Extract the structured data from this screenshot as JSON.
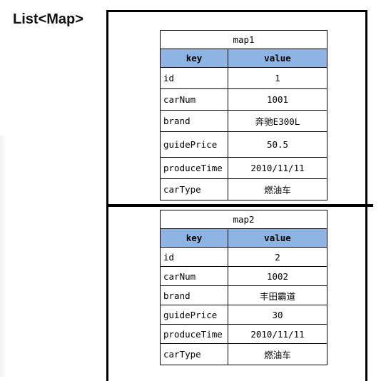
{
  "title": "List<Map>",
  "maps": [
    {
      "name": "map1",
      "headers": [
        "key",
        "value"
      ],
      "rows": [
        [
          "id",
          "1"
        ],
        [
          "carNum",
          "1001"
        ],
        [
          "brand",
          "奔驰E300L"
        ],
        [
          "guidePrice",
          "50.5"
        ],
        [
          "produceTime",
          "2010/11/11"
        ],
        [
          "carType",
          "燃油车"
        ]
      ]
    },
    {
      "name": "map2",
      "headers": [
        "key",
        "value"
      ],
      "rows": [
        [
          "id",
          "2"
        ],
        [
          "carNum",
          "1002"
        ],
        [
          "brand",
          "丰田霸道"
        ],
        [
          "guidePrice",
          "30"
        ],
        [
          "produceTime",
          "2010/11/11"
        ],
        [
          "carType",
          "燃油车"
        ]
      ]
    }
  ],
  "colors": {
    "header_bg": "#8db4e2",
    "border": "#000000"
  }
}
